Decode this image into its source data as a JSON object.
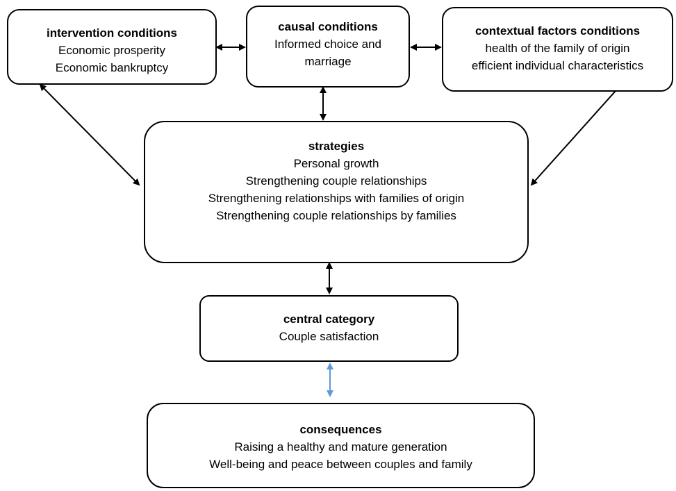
{
  "boxes": {
    "intervention": {
      "title": "intervention conditions",
      "lines": [
        "Economic prosperity",
        "Economic bankruptcy"
      ]
    },
    "causal": {
      "title": "causal conditions",
      "lines": [
        "Informed choice and",
        "marriage"
      ]
    },
    "contextual": {
      "title": "contextual factors conditions",
      "lines": [
        "health of the family of origin",
        "efficient individual characteristics"
      ]
    },
    "strategies": {
      "title": "strategies",
      "lines": [
        "Personal growth",
        "Strengthening couple relationships",
        "Strengthening relationships with families of origin",
        "Strengthening couple relationships by families"
      ]
    },
    "central": {
      "title": "central category",
      "lines": [
        "Couple satisfaction"
      ]
    },
    "consequences": {
      "title": "consequences",
      "lines": [
        "Raising a healthy and mature generation",
        "Well-being and peace between couples and family"
      ]
    }
  },
  "colors": {
    "arrow": "#000000",
    "arrow_blue": "#5b9bd5"
  }
}
